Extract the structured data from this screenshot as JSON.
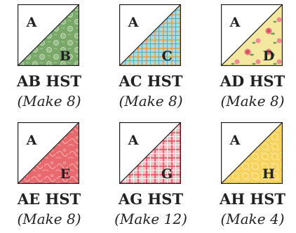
{
  "blocks": [
    {
      "a_label": "A",
      "b_label": "B",
      "title": "AB HST",
      "quantity": "(Make 8)",
      "fabric": {
        "base": "#7aa86b",
        "accent": "#c7ddb8",
        "pattern": "dots-floral"
      }
    },
    {
      "a_label": "A",
      "b_label": "C",
      "title": "AC HST",
      "quantity": "(Make 8)",
      "fabric": {
        "base": "#a9dbe0",
        "accent": "#e6a24a",
        "pattern": "plaid"
      }
    },
    {
      "a_label": "A",
      "b_label": "D",
      "title": "AD HST",
      "quantity": "(Make 8)",
      "fabric": {
        "base": "#f4e7a0",
        "accent": "#e8707a",
        "pattern": "roses"
      }
    },
    {
      "a_label": "A",
      "b_label": "E",
      "title": "AE HST",
      "quantity": "(Make 8)",
      "fabric": {
        "base": "#e86a6f",
        "accent": "#f6a6a6",
        "pattern": "swirl"
      }
    },
    {
      "a_label": "A",
      "b_label": "G",
      "title": "AG HST",
      "quantity": "(Make 12)",
      "fabric": {
        "base": "#f7c1c4",
        "accent": "#e0566a",
        "pattern": "plaid"
      }
    },
    {
      "a_label": "A",
      "b_label": "H",
      "title": "AH HST",
      "quantity": "(Make 4)",
      "fabric": {
        "base": "#f6d25c",
        "accent": "#fbe79a",
        "pattern": "lace"
      }
    }
  ]
}
